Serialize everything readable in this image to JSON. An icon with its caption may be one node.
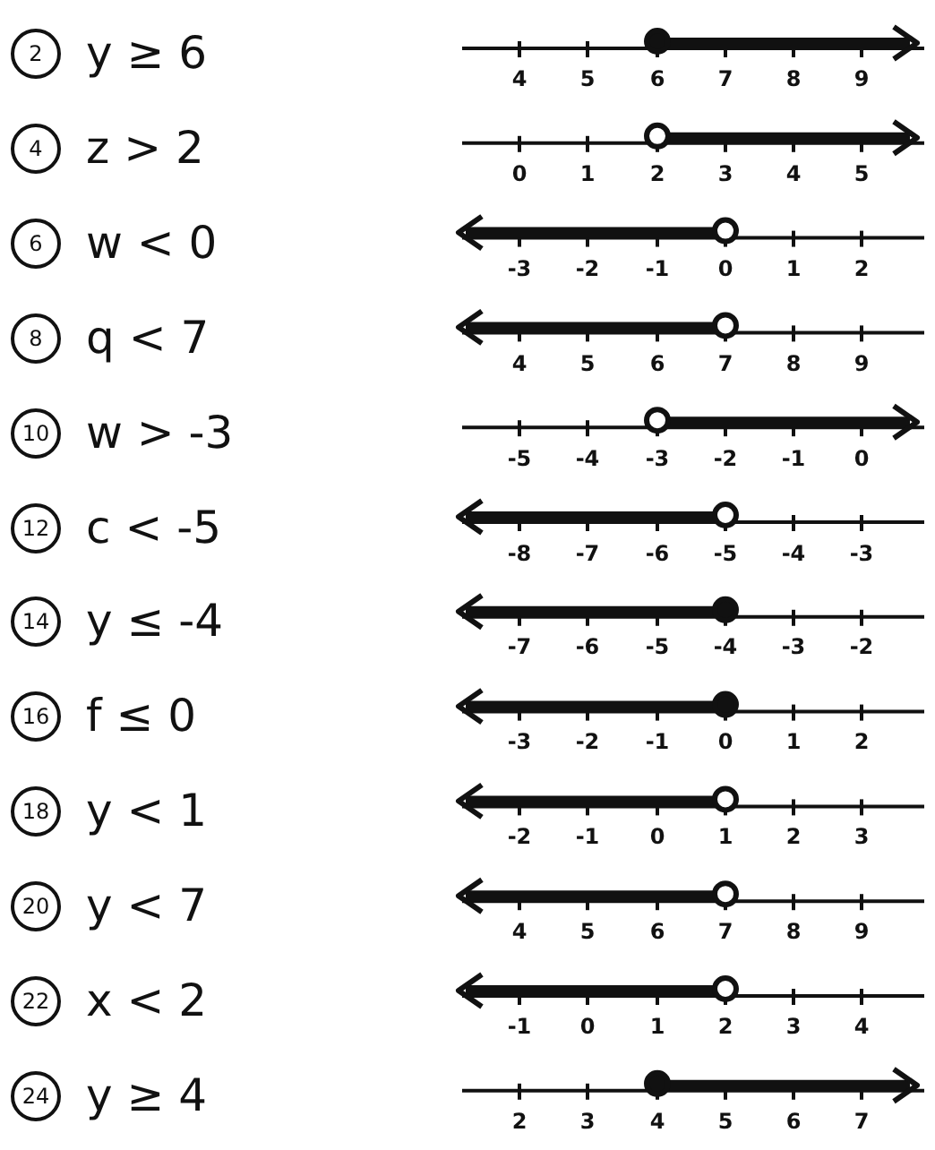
{
  "diagram": {
    "labels": [
      "2",
      "y ≥ 6",
      "4",
      "5",
      "6",
      "7",
      "8",
      "9",
      "4",
      "z > 2",
      "0",
      "1",
      "2",
      "3",
      "4",
      "5",
      "6",
      "w < 0",
      "-3",
      "-2",
      "-1",
      "0",
      "1",
      "2",
      "8",
      "q < 7",
      "4",
      "5",
      "6",
      "7",
      "8",
      "9",
      "10",
      "w > -3",
      "-5",
      "-4",
      "-3",
      "-2",
      "-1",
      "0",
      "12",
      "c < -5",
      "-8",
      "-7",
      "-6",
      "-5",
      "-4",
      "-3",
      "14",
      "y ≤ -4",
      "-7",
      "-6",
      "-5",
      "-4",
      "-3",
      "-2",
      "16",
      "f ≤ 0",
      "-3",
      "-2",
      "-1",
      "0",
      "1",
      "2",
      "18",
      "y < 1",
      "-2",
      "-1",
      "0",
      "1",
      "2",
      "3",
      "20",
      "y < 7",
      "4",
      "5",
      "6",
      "7",
      "8",
      "9",
      "22",
      "x < 2",
      "-1",
      "0",
      "1",
      "2",
      "3",
      "4",
      "24",
      "y ≥ 4",
      "2",
      "3",
      "4",
      "5",
      "6",
      "7"
    ]
  }
}
